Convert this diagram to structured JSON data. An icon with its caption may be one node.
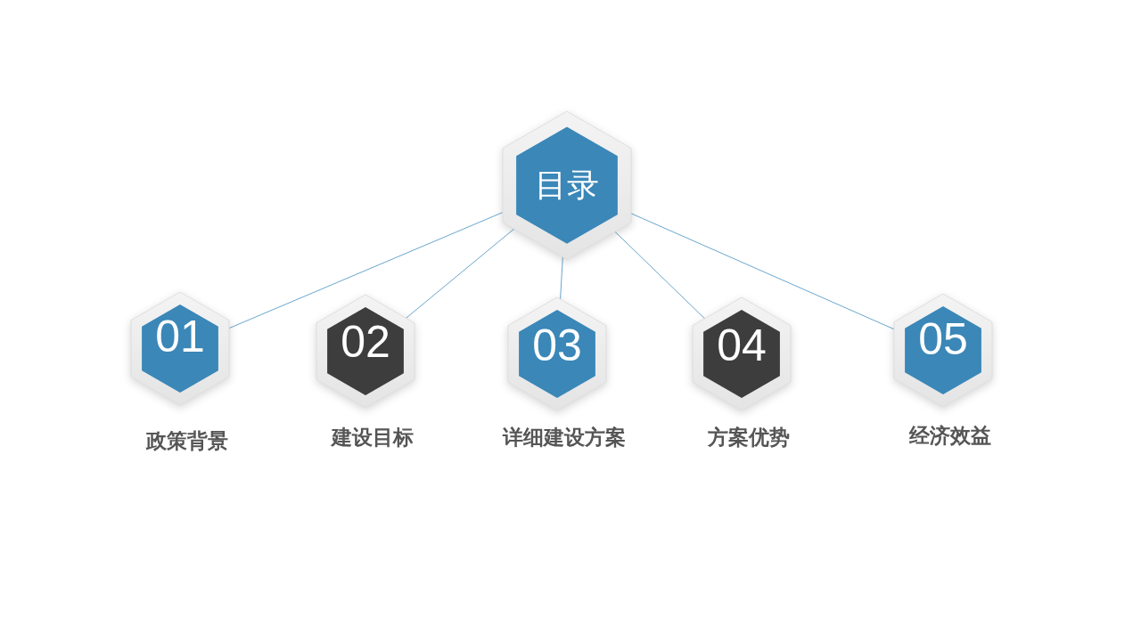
{
  "diagram": {
    "nodes": [
      {
        "text": [
          "目录"
        ]
      },
      {
        "text": [
          "01"
        ],
        "beside": [
          "政策背景"
        ]
      },
      {
        "text": [
          "02"
        ],
        "beside": [
          "建设目标"
        ]
      },
      {
        "text": [
          "03"
        ],
        "beside": [
          "详细建设方案"
        ]
      },
      {
        "text": [
          "04"
        ],
        "beside": [
          "方案优势"
        ]
      },
      {
        "text": [
          "05"
        ],
        "beside": [
          "经济效益"
        ]
      }
    ],
    "edges": [
      {
        "from": 0,
        "to": 1,
        "arrow": "none"
      },
      {
        "from": 0,
        "to": 2,
        "arrow": "none"
      },
      {
        "from": 0,
        "to": 3,
        "arrow": "none"
      },
      {
        "from": 0,
        "to": 4,
        "arrow": "none"
      },
      {
        "from": 0,
        "to": 5,
        "arrow": "none"
      }
    ]
  }
}
